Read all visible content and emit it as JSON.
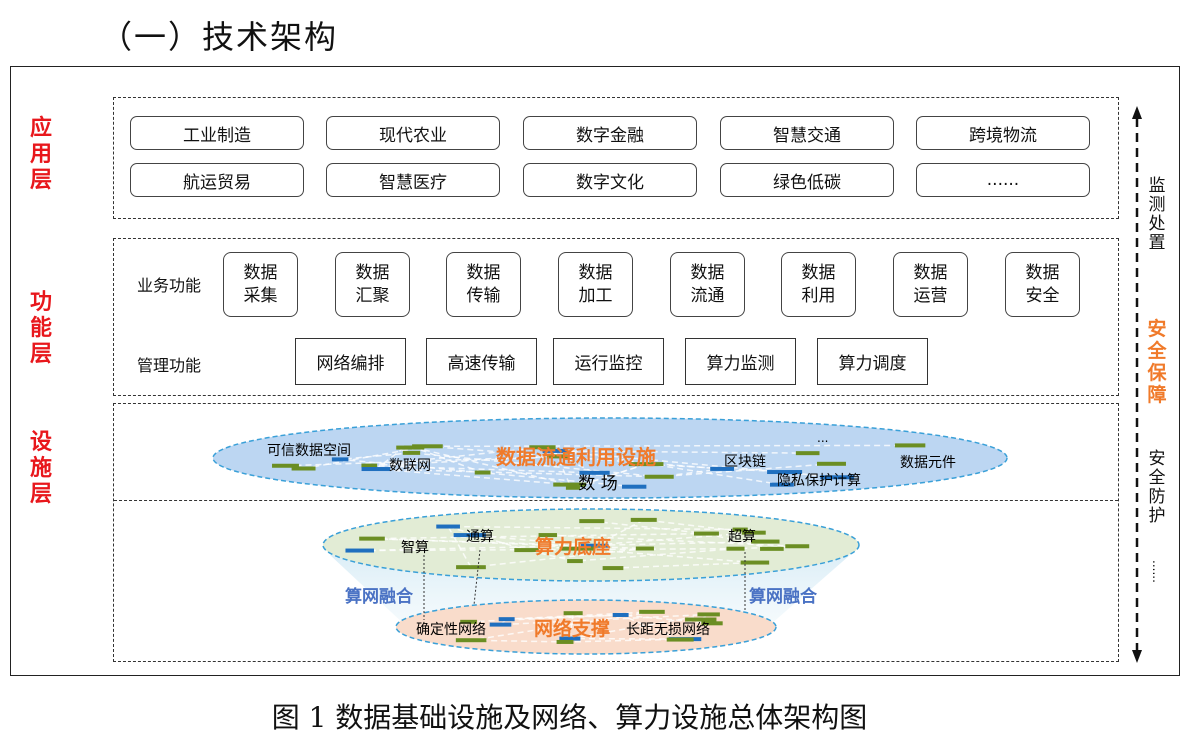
{
  "title": "（一）技术架构",
  "layers": {
    "app": "应用层",
    "func": "功能层",
    "infra": "设施层"
  },
  "app_items": [
    "工业制造",
    "现代农业",
    "数字金融",
    "智慧交通",
    "跨境物流",
    "航运贸易",
    "智慧医疗",
    "数字文化",
    "绿色低碳",
    "......"
  ],
  "business": {
    "label": "业务功能",
    "tiles": [
      [
        "数据",
        "采集"
      ],
      [
        "数据",
        "汇聚"
      ],
      [
        "数据",
        "传输"
      ],
      [
        "数据",
        "加工"
      ],
      [
        "数据",
        "流通"
      ],
      [
        "数据",
        "利用"
      ],
      [
        "数据",
        "运营"
      ],
      [
        "数据",
        "安全"
      ]
    ]
  },
  "management": {
    "label": "管理功能",
    "items": [
      "网络编排",
      "高速传输",
      "运行监控",
      "算力监测",
      "算力调度"
    ]
  },
  "data_infra": {
    "title": "数据流通利用设施",
    "subtitle": "数 场",
    "nodes": [
      "可信数据空间",
      "数联网",
      "区块链",
      "...",
      "隐私保护计算",
      "数据元件"
    ]
  },
  "compute": {
    "title": "算力底座",
    "nodes": [
      "智算",
      "通算",
      "超算"
    ]
  },
  "fusion": {
    "left": "算网融合",
    "right": "算网融合"
  },
  "network": {
    "title": "网络支撑",
    "nodes": [
      "确定性网络",
      "长距无损网络"
    ]
  },
  "security": {
    "top": "监测处置",
    "main": "安全保障",
    "bottom": "安全防护",
    "more": "......"
  },
  "caption": "图 1  数据基础设施及网络、算力设施总体架构图",
  "colors": {
    "layer_label": "#e8171c",
    "highlight": "#f07a2a",
    "fusion": "#4a72c4",
    "data_fill": "#bcd6f2",
    "compute_fill": "#e2ecd5",
    "network_fill": "#f9dccb"
  }
}
